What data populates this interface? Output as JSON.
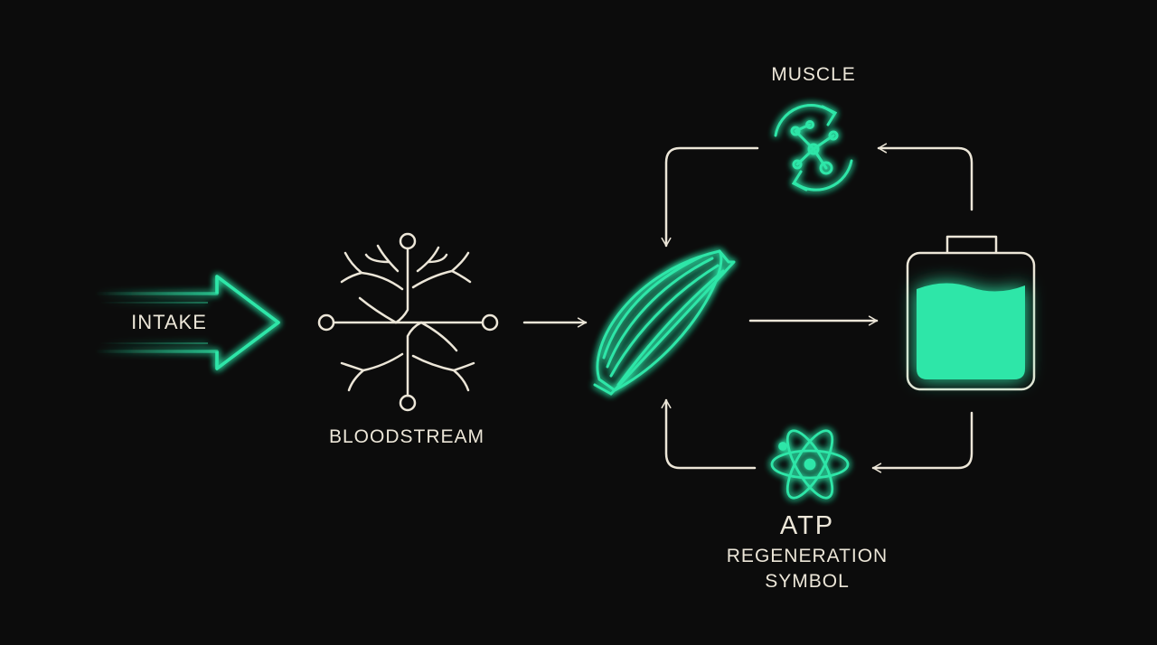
{
  "diagram": {
    "intake_label": "INTAKE",
    "bloodstream_label": "BLOODSTREAM",
    "muscle_label": "MUSCLE",
    "atp_label": "ATP",
    "regen_line1": "REGENERATION",
    "regen_line2": "SYMBOL"
  },
  "colors": {
    "background": "#0c0c0c",
    "accent_green": "#2fe6a8",
    "line_cream": "#ece6d8"
  },
  "icons": [
    "intake-arrow-icon",
    "bloodstream-branch-icon",
    "muscle-fiber-icon",
    "battery-icon",
    "molecule-cycle-icon",
    "atom-icon"
  ]
}
